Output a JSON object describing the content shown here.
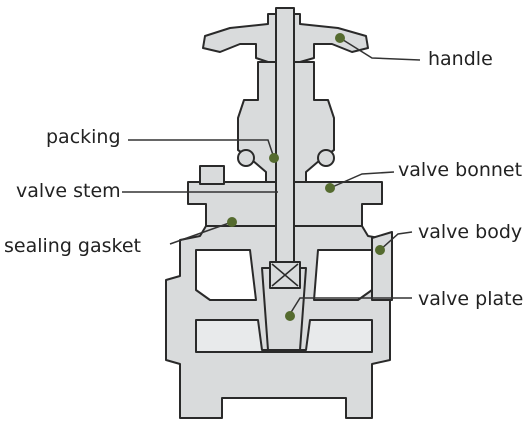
{
  "labels": {
    "handle": "handle",
    "packing": "packing",
    "valve_bonnet": "valve bonnet",
    "valve_stem": "valve stem",
    "valve_body": "valve body",
    "sealing_gasket": "sealing gasket",
    "valve_plate": "valve plate"
  },
  "colors": {
    "fill": "#d9dbdc",
    "outline": "#2a2a2a",
    "leader": "#333333",
    "dot": "#556b2f"
  }
}
